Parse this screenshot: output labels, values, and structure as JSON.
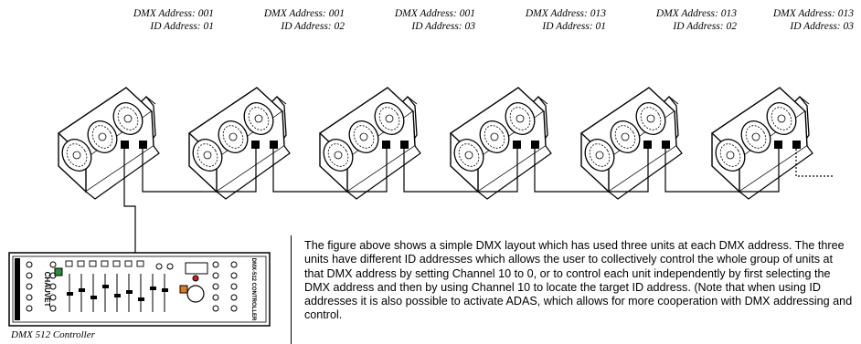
{
  "units": [
    {
      "dmx": "DMX Address: 001",
      "id": "ID Address: 01"
    },
    {
      "dmx": "DMX Address: 001",
      "id": "ID Address: 02"
    },
    {
      "dmx": "DMX Address: 001",
      "id": "ID Address: 03"
    },
    {
      "dmx": "DMX Address: 013",
      "id": "ID Address: 01"
    },
    {
      "dmx": "DMX Address: 013",
      "id": "ID Address: 02"
    },
    {
      "dmx": "DMX Address: 013",
      "id": "ID Address: 03"
    }
  ],
  "controller": {
    "caption": "DMX 512 Controller",
    "brand": "CHAUVET",
    "model": "DMX-512 CONTROLLER"
  },
  "description": "The figure above shows a simple DMX layout which has used three units at each DMX address. The three units have different ID addresses which allows the user to collectively control the whole group of units at that DMX address by setting Channel 10 to 0, or to control each unit independently by first selecting the DMX address and then by using Channel 10 to locate the target ID address. (Note that when using ID addresses it is also possible to activate ADAS, which allows for more cooperation with DMX addressing and control."
}
